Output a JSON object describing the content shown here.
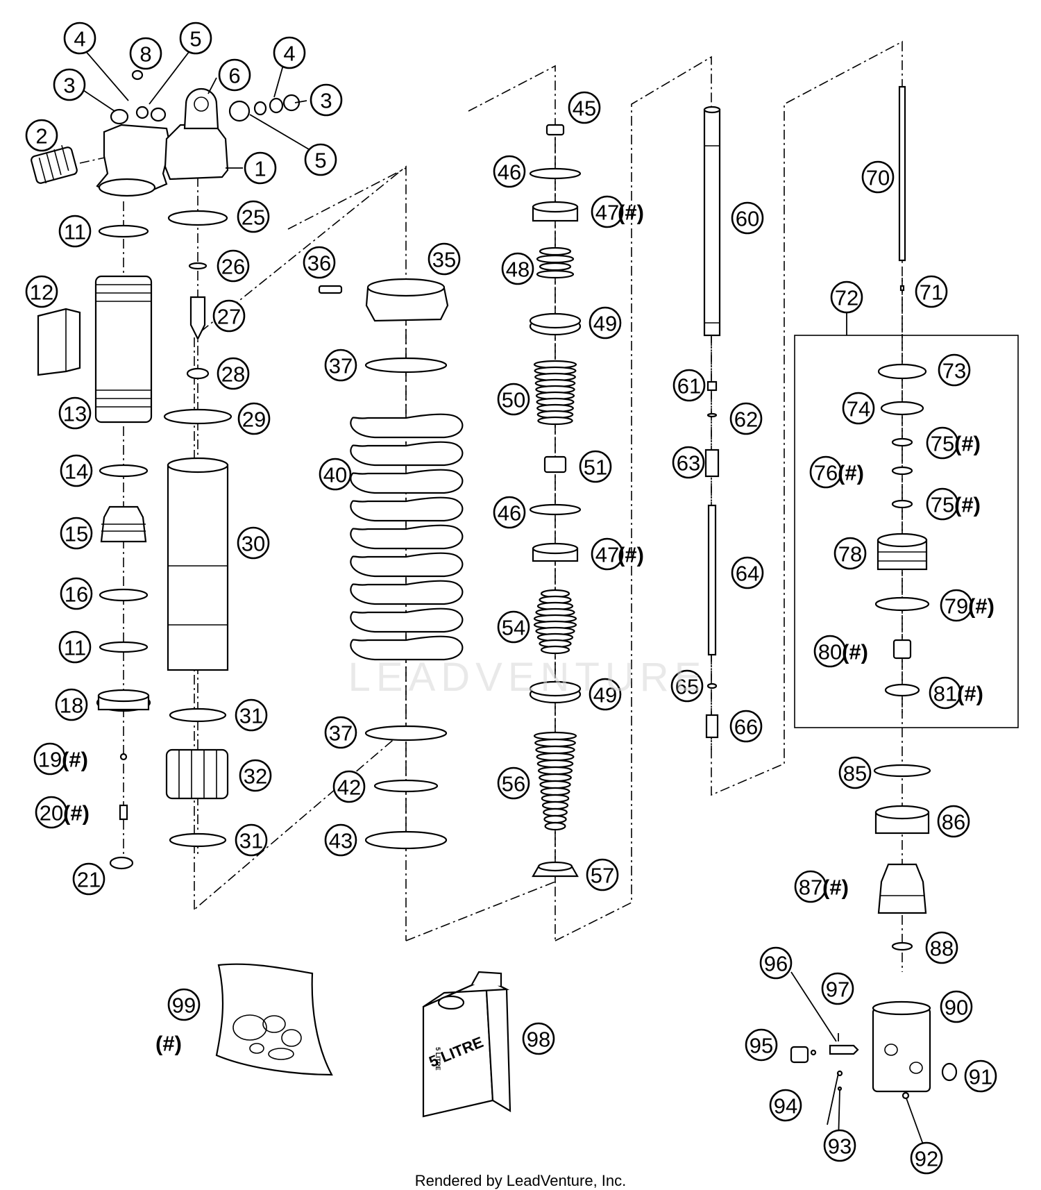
{
  "footer": "Rendered by LeadVenture, Inc.",
  "watermark": "LEADVENTURE",
  "hash_mark": "(#)",
  "can_label": "5 LITRE",
  "can_side_label": "5 LITRE",
  "callouts": [
    {
      "id": "1",
      "label": "1"
    },
    {
      "id": "2",
      "label": "2"
    },
    {
      "id": "3a",
      "label": "3"
    },
    {
      "id": "3b",
      "label": "3"
    },
    {
      "id": "4a",
      "label": "4"
    },
    {
      "id": "4b",
      "label": "4"
    },
    {
      "id": "5a",
      "label": "5"
    },
    {
      "id": "5b",
      "label": "5"
    },
    {
      "id": "6",
      "label": "6"
    },
    {
      "id": "8",
      "label": "8"
    },
    {
      "id": "11a",
      "label": "11"
    },
    {
      "id": "11b",
      "label": "11"
    },
    {
      "id": "12",
      "label": "12"
    },
    {
      "id": "13",
      "label": "13"
    },
    {
      "id": "14",
      "label": "14"
    },
    {
      "id": "15",
      "label": "15"
    },
    {
      "id": "16",
      "label": "16"
    },
    {
      "id": "18",
      "label": "18"
    },
    {
      "id": "19",
      "label": "19",
      "hash": true
    },
    {
      "id": "20",
      "label": "20",
      "hash": true
    },
    {
      "id": "21",
      "label": "21"
    },
    {
      "id": "25",
      "label": "25"
    },
    {
      "id": "26",
      "label": "26"
    },
    {
      "id": "27",
      "label": "27"
    },
    {
      "id": "28",
      "label": "28"
    },
    {
      "id": "29",
      "label": "29"
    },
    {
      "id": "30",
      "label": "30"
    },
    {
      "id": "31a",
      "label": "31"
    },
    {
      "id": "31b",
      "label": "31"
    },
    {
      "id": "32",
      "label": "32"
    },
    {
      "id": "35",
      "label": "35"
    },
    {
      "id": "36",
      "label": "36"
    },
    {
      "id": "37a",
      "label": "37"
    },
    {
      "id": "37b",
      "label": "37"
    },
    {
      "id": "40",
      "label": "40"
    },
    {
      "id": "42",
      "label": "42"
    },
    {
      "id": "43",
      "label": "43"
    },
    {
      "id": "45",
      "label": "45"
    },
    {
      "id": "46a",
      "label": "46"
    },
    {
      "id": "46b",
      "label": "46"
    },
    {
      "id": "47a",
      "label": "47",
      "hash": true
    },
    {
      "id": "47b",
      "label": "47",
      "hash": true
    },
    {
      "id": "48",
      "label": "48"
    },
    {
      "id": "49a",
      "label": "49"
    },
    {
      "id": "49b",
      "label": "49"
    },
    {
      "id": "50",
      "label": "50"
    },
    {
      "id": "51",
      "label": "51"
    },
    {
      "id": "54",
      "label": "54"
    },
    {
      "id": "56",
      "label": "56"
    },
    {
      "id": "57",
      "label": "57"
    },
    {
      "id": "60",
      "label": "60"
    },
    {
      "id": "61",
      "label": "61"
    },
    {
      "id": "62",
      "label": "62"
    },
    {
      "id": "63",
      "label": "63"
    },
    {
      "id": "64",
      "label": "64"
    },
    {
      "id": "65",
      "label": "65"
    },
    {
      "id": "66",
      "label": "66"
    },
    {
      "id": "70",
      "label": "70"
    },
    {
      "id": "71",
      "label": "71"
    },
    {
      "id": "72",
      "label": "72"
    },
    {
      "id": "73",
      "label": "73"
    },
    {
      "id": "74",
      "label": "74"
    },
    {
      "id": "75a",
      "label": "75",
      "hash": true
    },
    {
      "id": "76",
      "label": "76",
      "hash": true
    },
    {
      "id": "75b",
      "label": "75",
      "hash": true
    },
    {
      "id": "78",
      "label": "78"
    },
    {
      "id": "79",
      "label": "79",
      "hash": true
    },
    {
      "id": "80",
      "label": "80",
      "hash": true
    },
    {
      "id": "81",
      "label": "81",
      "hash": true
    },
    {
      "id": "85",
      "label": "85"
    },
    {
      "id": "86",
      "label": "86"
    },
    {
      "id": "87",
      "label": "87",
      "hash": true
    },
    {
      "id": "88",
      "label": "88"
    },
    {
      "id": "90",
      "label": "90"
    },
    {
      "id": "91",
      "label": "91"
    },
    {
      "id": "92",
      "label": "92"
    },
    {
      "id": "93",
      "label": "93"
    },
    {
      "id": "94",
      "label": "94"
    },
    {
      "id": "95",
      "label": "95"
    },
    {
      "id": "96",
      "label": "96"
    },
    {
      "id": "97",
      "label": "97"
    },
    {
      "id": "98",
      "label": "98"
    },
    {
      "id": "99",
      "label": "99",
      "hash": true
    }
  ]
}
